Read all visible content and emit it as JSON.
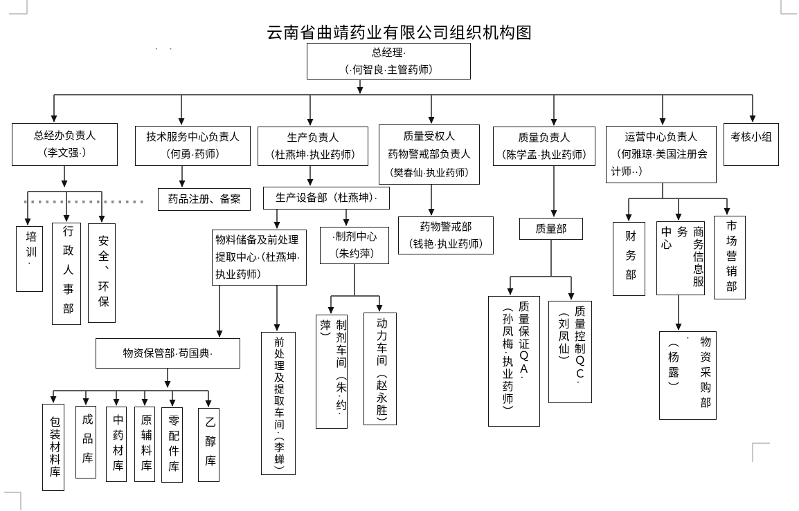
{
  "title": "云南省曲靖药业有限公司组织机构图",
  "format_dots": "· ·",
  "nodes": {
    "gm": {
      "name": "总经理·",
      "detail": "（·何智良·主管药师）"
    },
    "admin_head": {
      "name": "总经办负责人",
      "detail": "（李文强·）"
    },
    "tech_head": {
      "name": "技术服务中心负责人",
      "detail": "（何勇·药师）"
    },
    "prod_head": {
      "name": "生产负责人",
      "detail": "（杜燕坤·执业药师）"
    },
    "qa_auth": {
      "name": "质量受权人",
      "name2": "药物警戒部负责人",
      "detail": "（樊春仙·执业药师）"
    },
    "quality_head": {
      "name": "质量负责人",
      "detail": "（陈学孟·执业药师）"
    },
    "ops_head": {
      "name": "运营中心负责人",
      "detail": "（何雅琼·美国注册会计师··）"
    },
    "assess": {
      "name": "考核小组"
    },
    "drug_reg": {
      "name": "药品注册、备案"
    },
    "equip": {
      "name": "生产设备部（杜燕坤）·"
    },
    "pv_dept": {
      "name": "药物警戒部",
      "detail": "（钱艳·执业药师）"
    },
    "quality_dept": {
      "name": "质量部"
    },
    "finance": {
      "name": "财务部"
    },
    "biz_info": {
      "name": "商务信息服务\n中心"
    },
    "marketing": {
      "name": "市场营销部"
    },
    "training": {
      "name": "培训·"
    },
    "hr": {
      "name": "行政人事部"
    },
    "safety": {
      "name": "安全、环保"
    },
    "material_center": {
      "name": "物料储备及前处理提取中心·（杜燕坤·执业药师）"
    },
    "prep_center": {
      "name": "·制剂中心",
      "detail": "（朱约萍）"
    },
    "storage": {
      "name": "物资保管部·苟国典·"
    },
    "pre_extract_ws": {
      "name": "前处理及提取车间·（李蝉）"
    },
    "prep_ws": {
      "name": "制剂车间（朱·约·萍）"
    },
    "power_ws": {
      "name": "动力车间（赵永胜）"
    },
    "qa": {
      "name": "质量保证ＱＡ·\n（孙凤梅·执业药师）"
    },
    "qc": {
      "name": "质量控制ＱＣ·\n（刘凤仙）"
    },
    "purchase": {
      "name": "物资采购部·\n（杨露）"
    },
    "wh_pack": {
      "name": "包装材料库"
    },
    "wh_finished": {
      "name": "成品库"
    },
    "wh_tcm": {
      "name": "中药材库"
    },
    "wh_raw": {
      "name": "原辅料库"
    },
    "wh_parts": {
      "name": "零配件库"
    },
    "wh_ethanol": {
      "name": "乙醇库"
    }
  }
}
